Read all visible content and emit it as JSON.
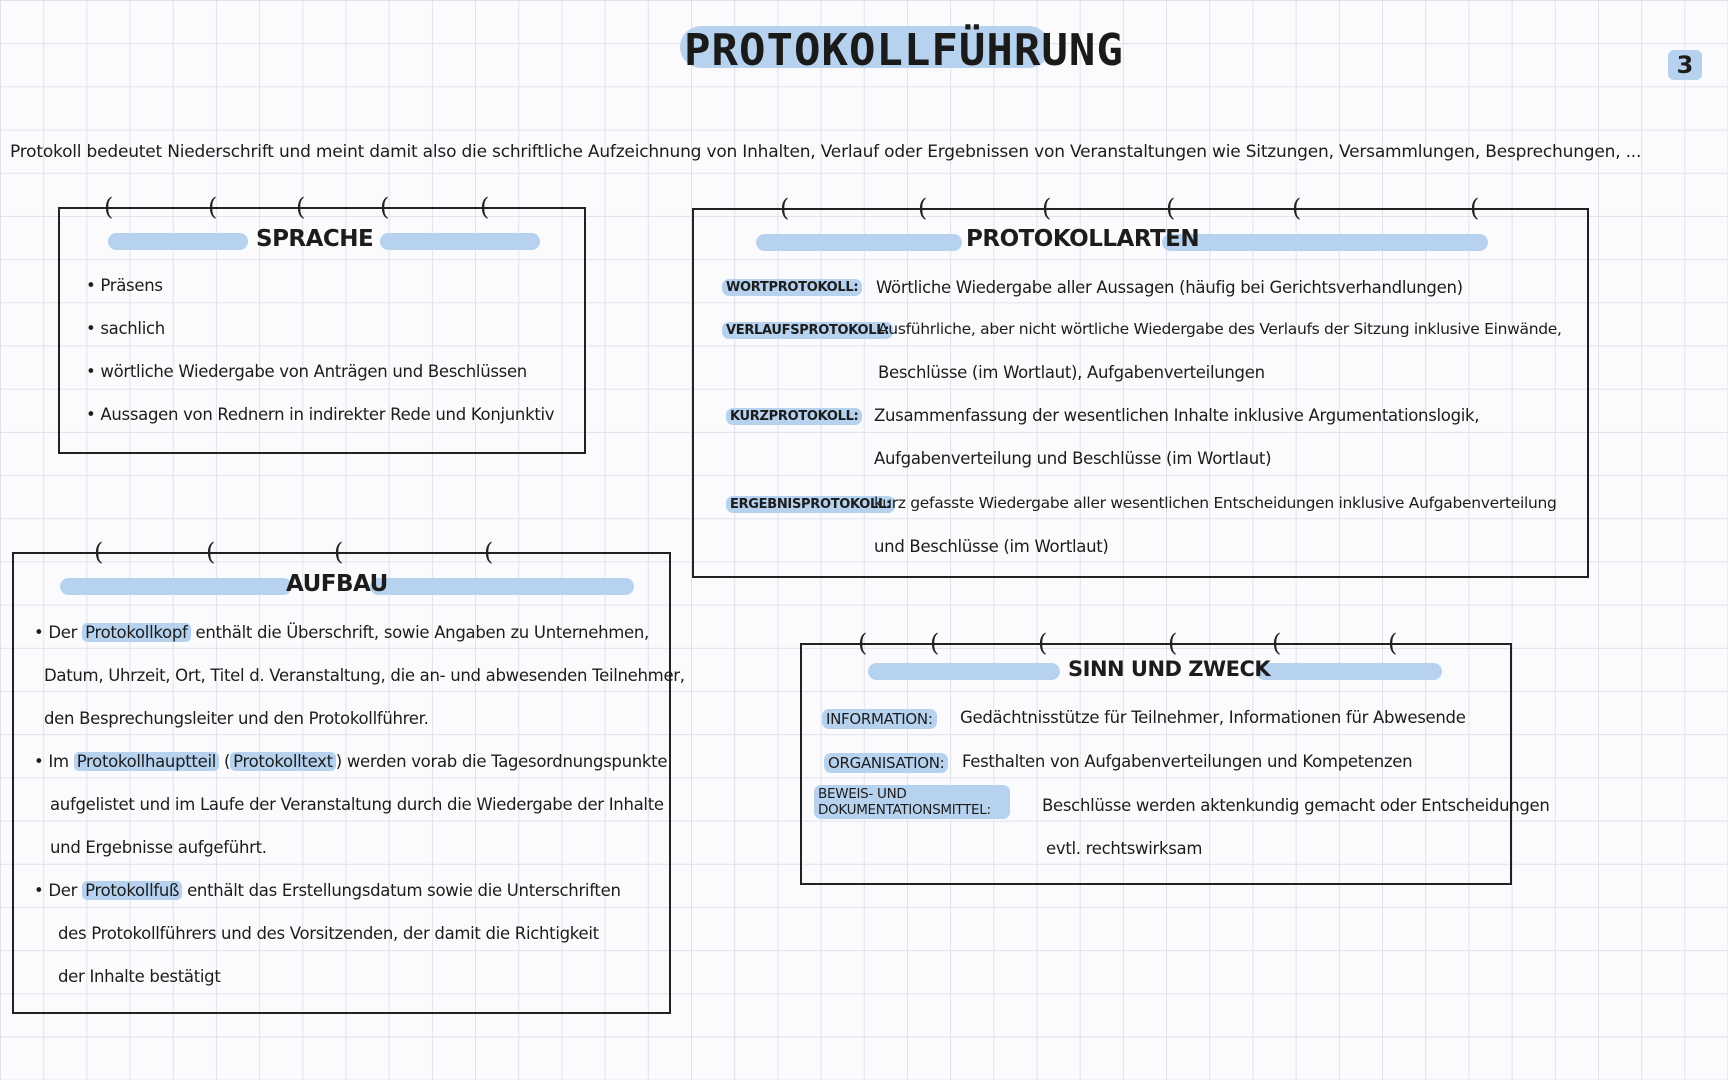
{
  "header": {
    "title": "PROTOKOLLFÜHRUNG",
    "page_number": "3"
  },
  "intro": "Protokoll bedeutet Niederschrift und meint damit also die schriftliche Aufzeichnung von Inhalten, Verlauf oder Ergebnissen von Veranstaltungen wie Sitzungen, Versammlungen, Besprechungen, ...",
  "sprache": {
    "title": "SPRACHE",
    "items": [
      "Präsens",
      "sachlich",
      "wörtliche Wiedergabe von Anträgen und Beschlüssen",
      "Aussagen von Rednern in indirekter Rede und Konjunktiv"
    ]
  },
  "protokollarten": {
    "title": "PROTOKOLLARTEN",
    "items": [
      {
        "tag": "WORTPROTOKOLL:",
        "lines": [
          "Wörtliche Wiedergabe aller Aussagen (häufig bei Gerichtsverhandlungen)"
        ]
      },
      {
        "tag": "VERLAUFSPROTOKOLL:",
        "lines": [
          "Ausführliche, aber nicht wörtliche Wiedergabe des Verlaufs der Sitzung inklusive Einwände,",
          "Beschlüsse (im Wortlaut), Aufgabenverteilungen"
        ]
      },
      {
        "tag": "KURZPROTOKOLL:",
        "lines": [
          "Zusammenfassung der wesentlichen Inhalte inklusive Argumentationslogik,",
          "Aufgabenverteilung und Beschlüsse (im Wortlaut)"
        ]
      },
      {
        "tag": "ERGEBNISPROTOKOLL:",
        "lines": [
          "kurz gefasste Wiedergabe aller wesentlichen Entscheidungen inklusive Aufgabenverteilung",
          "und Beschlüsse (im Wortlaut)"
        ]
      }
    ]
  },
  "aufbau": {
    "title": "AUFBAU",
    "p1": {
      "pre": "Der",
      "highlight": "Protokollkopf",
      "post": "enthält die Überschrift, sowie Angaben zu Unternehmen,",
      "line2": "Datum, Uhrzeit, Ort, Titel d. Veranstaltung, die an- und abwesenden Teilnehmer,",
      "line3": "den Besprechungsleiter und den Protokollführer."
    },
    "p2": {
      "pre": "Im",
      "highlight": "Protokollhauptteil",
      "paren_open": "(",
      "highlight2": "Protokolltext",
      "post": ") werden vorab die Tagesordnungspunkte",
      "line2": "aufgelistet und im Laufe der Veranstaltung durch die Wiedergabe der Inhalte",
      "line3": "und Ergebnisse aufgeführt."
    },
    "p3": {
      "pre": "Der",
      "highlight": "Protokollfuß",
      "post": "enthält das Erstellungsdatum sowie die Unterschriften",
      "line2": "des Protokollführers und des Vorsitzenden, der damit die Richtigkeit",
      "line3": "der Inhalte bestätigt"
    }
  },
  "sinn": {
    "title": "SINN UND ZWECK",
    "items": [
      {
        "tag": "INFORMATION:",
        "text": "Gedächtnisstütze für Teilnehmer, Informationen für Abwesende"
      },
      {
        "tag": "ORGANISATION:",
        "text": "Festhalten von Aufgabenverteilungen und Kompetenzen"
      },
      {
        "tag": "BEWEIS- UND DOKUMENTATIONSMITTEL:",
        "text": "Beschlüsse werden aktenkundig gemacht oder Entscheidungen",
        "text2": "evtl. rechtswirksam"
      }
    ]
  },
  "colors": {
    "highlight": "#b6d2ee",
    "ink": "#1c1c1c",
    "grid": "#dfe2e8"
  }
}
